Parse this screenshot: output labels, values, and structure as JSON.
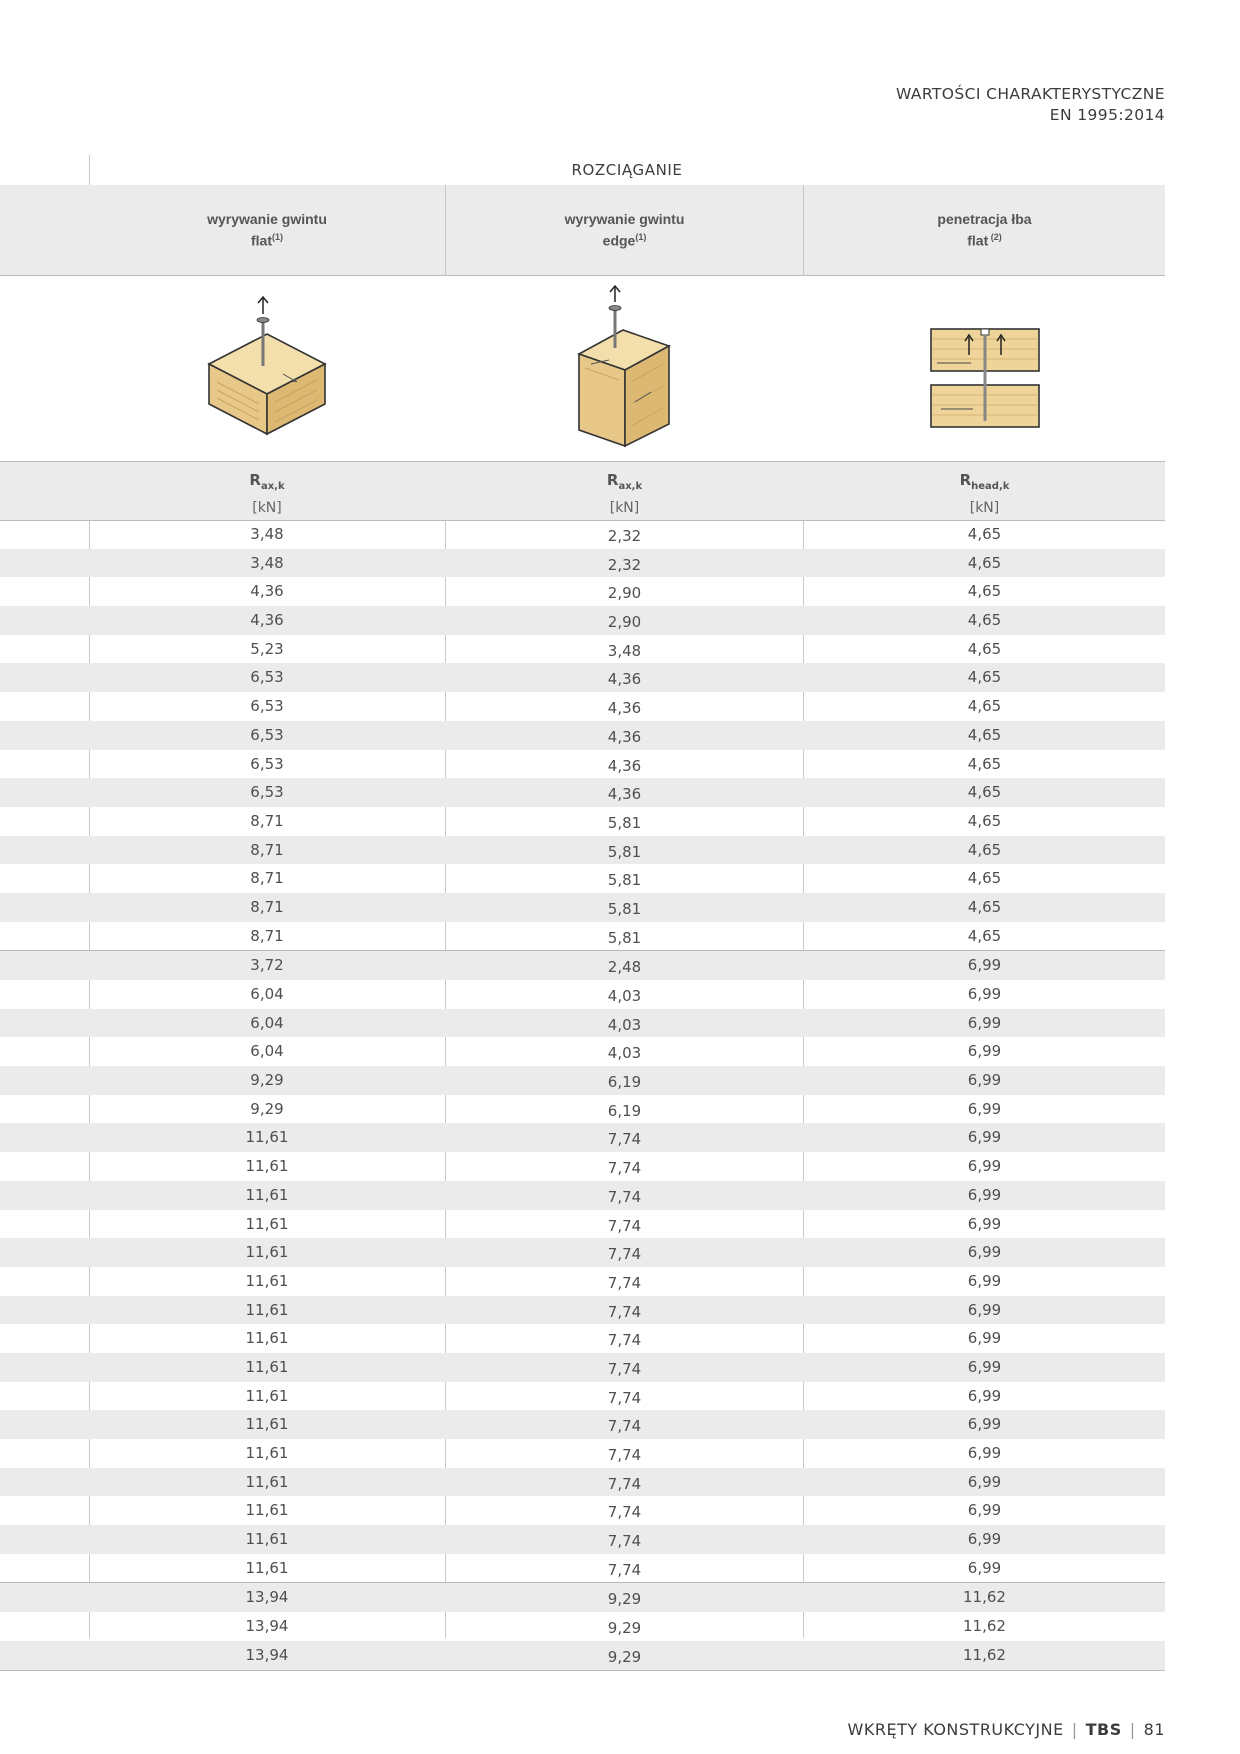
{
  "header": {
    "line1": "WARTOŚCI CHARAKTERYSTYCZNE",
    "line2": "EN 1995:2014"
  },
  "table": {
    "group_label": "ROZCIĄGANIE",
    "columns": [
      {
        "label_line1": "wyrywanie gwintu",
        "label_line2": "flat",
        "label_sup": "(1)",
        "symbol": "R",
        "symbol_sub": "ax,k",
        "unit": "[kN]",
        "icon": "timber-block-flat-screw-icon"
      },
      {
        "label_line1": "wyrywanie gwintu",
        "label_line2": "edge",
        "label_sup": "(1)",
        "symbol": "R",
        "symbol_sub": "ax,k",
        "unit": "[kN]",
        "icon": "timber-block-edge-screw-icon"
      },
      {
        "label_line1": "penetracja łba",
        "label_line2": "flat",
        "label_sup": " (2)",
        "symbol": "R",
        "symbol_sub": "head,k",
        "unit": "[kN]",
        "icon": "head-pull-through-icon"
      }
    ],
    "rows": [
      [
        "3,48",
        "2,32",
        "4,65"
      ],
      [
        "3,48",
        "2,32",
        "4,65"
      ],
      [
        "4,36",
        "2,90",
        "4,65"
      ],
      [
        "4,36",
        "2,90",
        "4,65"
      ],
      [
        "5,23",
        "3,48",
        "4,65"
      ],
      [
        "6,53",
        "4,36",
        "4,65"
      ],
      [
        "6,53",
        "4,36",
        "4,65"
      ],
      [
        "6,53",
        "4,36",
        "4,65"
      ],
      [
        "6,53",
        "4,36",
        "4,65"
      ],
      [
        "6,53",
        "4,36",
        "4,65"
      ],
      [
        "8,71",
        "5,81",
        "4,65"
      ],
      [
        "8,71",
        "5,81",
        "4,65"
      ],
      [
        "8,71",
        "5,81",
        "4,65"
      ],
      [
        "8,71",
        "5,81",
        "4,65"
      ],
      [
        "8,71",
        "5,81",
        "4,65"
      ],
      [
        "3,72",
        "2,48",
        "6,99"
      ],
      [
        "6,04",
        "4,03",
        "6,99"
      ],
      [
        "6,04",
        "4,03",
        "6,99"
      ],
      [
        "6,04",
        "4,03",
        "6,99"
      ],
      [
        "9,29",
        "6,19",
        "6,99"
      ],
      [
        "9,29",
        "6,19",
        "6,99"
      ],
      [
        "11,61",
        "7,74",
        "6,99"
      ],
      [
        "11,61",
        "7,74",
        "6,99"
      ],
      [
        "11,61",
        "7,74",
        "6,99"
      ],
      [
        "11,61",
        "7,74",
        "6,99"
      ],
      [
        "11,61",
        "7,74",
        "6,99"
      ],
      [
        "11,61",
        "7,74",
        "6,99"
      ],
      [
        "11,61",
        "7,74",
        "6,99"
      ],
      [
        "11,61",
        "7,74",
        "6,99"
      ],
      [
        "11,61",
        "7,74",
        "6,99"
      ],
      [
        "11,61",
        "7,74",
        "6,99"
      ],
      [
        "11,61",
        "7,74",
        "6,99"
      ],
      [
        "11,61",
        "7,74",
        "6,99"
      ],
      [
        "11,61",
        "7,74",
        "6,99"
      ],
      [
        "11,61",
        "7,74",
        "6,99"
      ],
      [
        "11,61",
        "7,74",
        "6,99"
      ],
      [
        "11,61",
        "7,74",
        "6,99"
      ],
      [
        "13,94",
        "9,29",
        "11,62"
      ],
      [
        "13,94",
        "9,29",
        "11,62"
      ],
      [
        "13,94",
        "9,29",
        "11,62"
      ]
    ],
    "group_starts": [
      15,
      37
    ]
  },
  "footer": {
    "section": "WKRĘTY KONSTRUKCYJNE",
    "product": "TBS",
    "page": "81"
  },
  "colors": {
    "stripe": "#ebebeb",
    "wood_light": "#f1d9a0",
    "wood_dark": "#dcb872"
  }
}
